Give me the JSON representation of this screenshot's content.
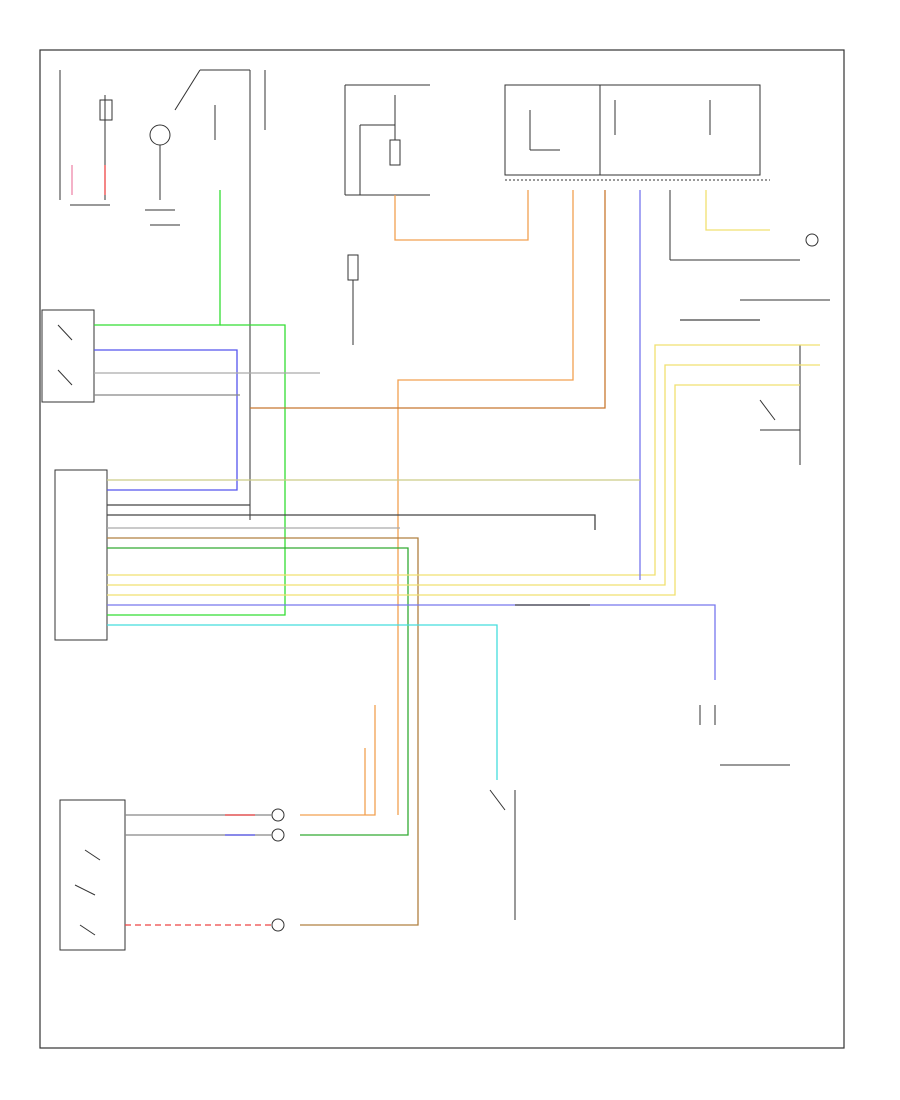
{
  "diagram": {
    "footer_code": "",
    "blocks": [
      {
        "key": "main_switch",
        "label": ""
      },
      {
        "key": "clutch_switch",
        "label": ""
      },
      {
        "key": "fuse_box_left",
        "label": ""
      },
      {
        "key": "fuse_box_right",
        "label": ""
      },
      {
        "key": "control_unit",
        "label": ""
      },
      {
        "key": "combination_switch",
        "label": ""
      },
      {
        "key": "steering_switch",
        "label": ""
      },
      {
        "key": "actuator",
        "label": ""
      },
      {
        "key": "brake_switch",
        "label": ""
      },
      {
        "key": "vss",
        "label": ""
      }
    ],
    "wire_colors": {
      "green": "#33dd33",
      "blue": "#5555ee",
      "orange": "#f2a050",
      "yellow": "#f0e070",
      "cyan": "#44dddd",
      "brown": "#b08040",
      "black": "#444444",
      "gray": "#aaaaaa",
      "red": "#ee4444",
      "pink": "#ee88aa"
    }
  }
}
